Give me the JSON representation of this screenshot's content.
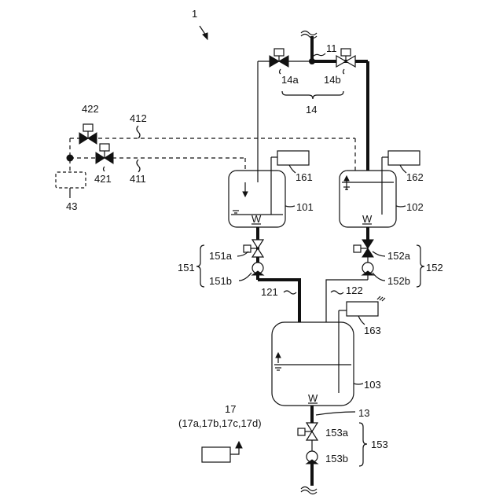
{
  "labels": {
    "system": "1",
    "l11": "11",
    "l14a": "14a",
    "l14b": "14b",
    "l14": "14",
    "l422": "422",
    "l412": "412",
    "l421": "421",
    "l411": "411",
    "l43": "43",
    "l161": "161",
    "l162": "162",
    "l101": "101",
    "l102": "102",
    "l151a": "151a",
    "l151b": "151b",
    "l151": "151",
    "l152a": "152a",
    "l152b": "152b",
    "l152": "152",
    "l121": "121",
    "l122": "122",
    "l163": "163",
    "l103": "103",
    "l13": "13",
    "l153a": "153a",
    "l153b": "153b",
    "l153": "153",
    "l17": "17",
    "l17sub": "(17a,17b,17c,17d)",
    "w": "W"
  },
  "icons": [
    "valve-icon",
    "pump-icon",
    "sensor-box-icon",
    "controller-icon",
    "arrow-icon"
  ]
}
